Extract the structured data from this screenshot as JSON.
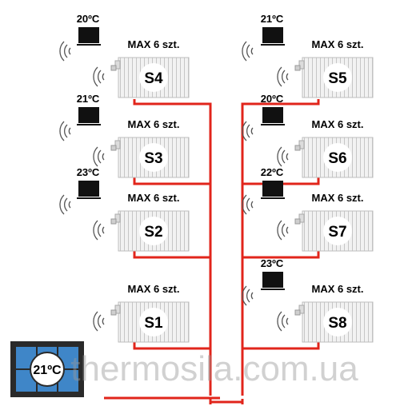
{
  "colors": {
    "pipe": "#e1251b",
    "radiator": "#eeeeee",
    "thermostat": "#111111",
    "panel": "#2a2a2a",
    "panel_screen": "#3f86c8",
    "watermark": "#9a9a9a"
  },
  "icons": {
    "radiator": "radiator-icon",
    "thermostat": "room-thermostat-icon",
    "signal": "wireless-signal-icon",
    "controller": "master-controller-icon"
  },
  "zones": [
    {
      "id": "S4",
      "label": "S4",
      "max": "MAX 6 szt.",
      "temp": "20ºC"
    },
    {
      "id": "S3",
      "label": "S3",
      "max": "MAX 6 szt.",
      "temp": "21ºC"
    },
    {
      "id": "S2",
      "label": "S2",
      "max": "MAX 6 szt.",
      "temp": "23ºC"
    },
    {
      "id": "S1",
      "label": "S1",
      "max": "MAX 6 szt.",
      "temp": ""
    },
    {
      "id": "S5",
      "label": "S5",
      "max": "MAX 6 szt.",
      "temp": "21ºC"
    },
    {
      "id": "S6",
      "label": "S6",
      "max": "MAX 6 szt.",
      "temp": "20ºC"
    },
    {
      "id": "S7",
      "label": "S7",
      "max": "MAX 6 szt.",
      "temp": "22ºC"
    },
    {
      "id": "S8",
      "label": "S8",
      "max": "MAX 6 szt.",
      "temp": "23ºC"
    }
  ],
  "controller": {
    "temp": "21ºC"
  },
  "watermark": "thermosila.com.ua"
}
